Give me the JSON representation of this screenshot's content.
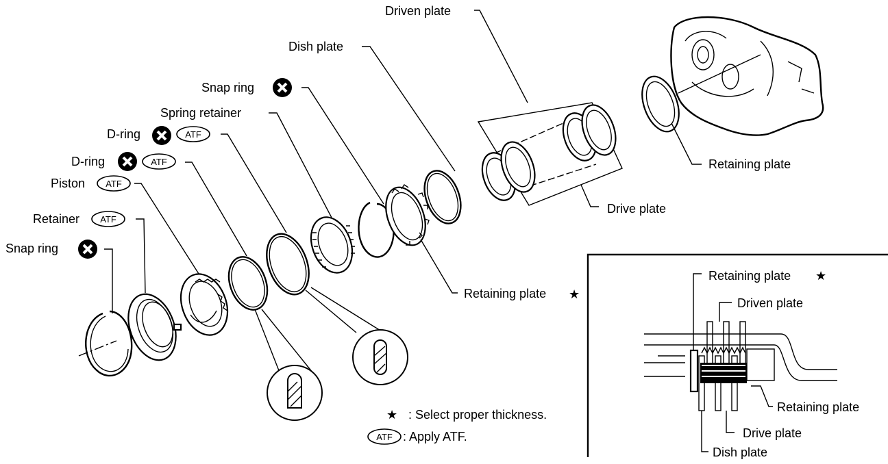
{
  "labels": {
    "driven_plate": "Driven plate",
    "dish_plate": "Dish plate",
    "snap_ring_1": "Snap ring",
    "spring_retainer": "Spring retainer",
    "d_ring_1": "D-ring",
    "d_ring_2": "D-ring",
    "piston": "Piston",
    "retainer": "Retainer",
    "snap_ring_2": "Snap ring",
    "retaining_plate_top": "Retaining plate",
    "drive_plate": "Drive plate",
    "retaining_plate_star": "Retaining plate",
    "inset_retaining_plate_star": "Retaining plate",
    "inset_driven_plate": "Driven plate",
    "inset_retaining_plate": "Retaining plate",
    "inset_drive_plate": "Drive plate",
    "inset_dish_plate": "Dish plate"
  },
  "badges": {
    "atf": "ATF",
    "star": "★"
  },
  "legend": {
    "star_text": ": Select proper thickness.",
    "atf_text": ": Apply ATF."
  }
}
